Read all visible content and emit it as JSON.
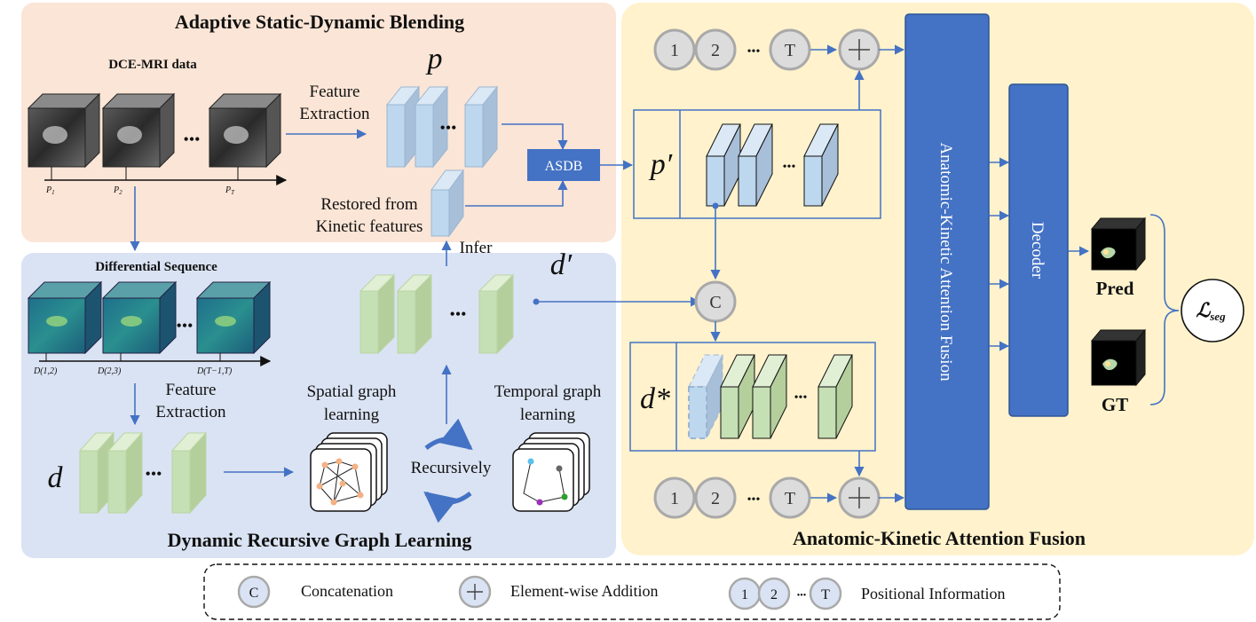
{
  "sections": {
    "asdb_title": "Adaptive Static-Dynamic Blending",
    "drgl_title": "Dynamic Recursive Graph Learning",
    "akaf_title": "Anatomic-Kinetic Attention Fusion"
  },
  "labels": {
    "dce_mri": "DCE-MRI data",
    "p": "p",
    "feature_extraction_1": "Feature",
    "feature_extraction_2": "Extraction",
    "restored_1": "Restored from",
    "restored_2": "Kinetic features",
    "asdb_box": "ASDB",
    "infer": "Infer",
    "diff_seq": "Differential Sequence",
    "d_prime": "d′",
    "d": "d",
    "p_prime": "p′",
    "d_star": "d*",
    "spatial_1": "Spatial graph",
    "spatial_2": "learning",
    "temporal_1": "Temporal graph",
    "temporal_2": "learning",
    "recursively": "Recursively",
    "akaf_bar": "Anatomic-Kinetic Attention Fusion",
    "decoder": "Decoder",
    "pred": "Pred",
    "gt": "GT",
    "loss": "ℒ",
    "loss_sub": "seg",
    "concat_symbol": "C",
    "ellipsis": "•••"
  },
  "ticks": {
    "p_ticks": [
      "P",
      "P",
      "P"
    ],
    "p_subs": [
      "1",
      "2",
      "T"
    ],
    "d_ticks": [
      "D(1,2)",
      "D(2,3)",
      "D(T−1,T)"
    ]
  },
  "positional": [
    "1",
    "2",
    "T"
  ],
  "legend": {
    "concat": "Concatenation",
    "add": "Element-wise Addition",
    "positional": "Positional Information"
  },
  "colors": {
    "asdb_bg": "#fbe5d6",
    "drgl_bg": "#dae3f3",
    "akaf_bg": "#fff2cc",
    "accent": "#4472c4",
    "blue_feature": "#bdd7ee",
    "green_feature": "#c5e0b4",
    "circle_fill": "#dcdcdc"
  }
}
